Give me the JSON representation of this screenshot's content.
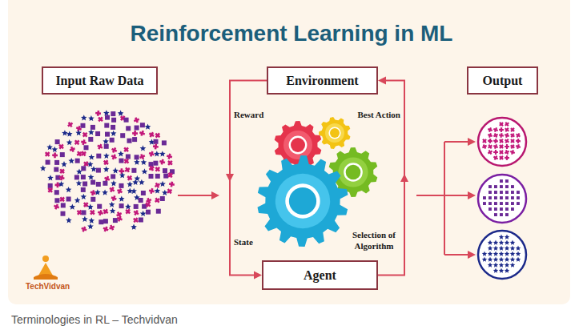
{
  "diagram": {
    "title": "Reinforcement Learning in ML",
    "caption": "Terminologies in RL – Techvidvan",
    "nodes": [
      {
        "text": [
          "Input Raw Data"
        ]
      },
      {
        "text": [
          "Environment"
        ]
      },
      {
        "text": [
          "Output"
        ]
      },
      {
        "text": [
          "Agent"
        ]
      }
    ],
    "edges": [
      {
        "from": 1,
        "to": 3,
        "arrow": "to",
        "label": "Reward"
      },
      {
        "from": 3,
        "to": 1,
        "arrow": "to",
        "label": "Best Action"
      }
    ],
    "labels": [
      "State",
      "Selection of Algorithm",
      "TechVidvan"
    ]
  }
}
